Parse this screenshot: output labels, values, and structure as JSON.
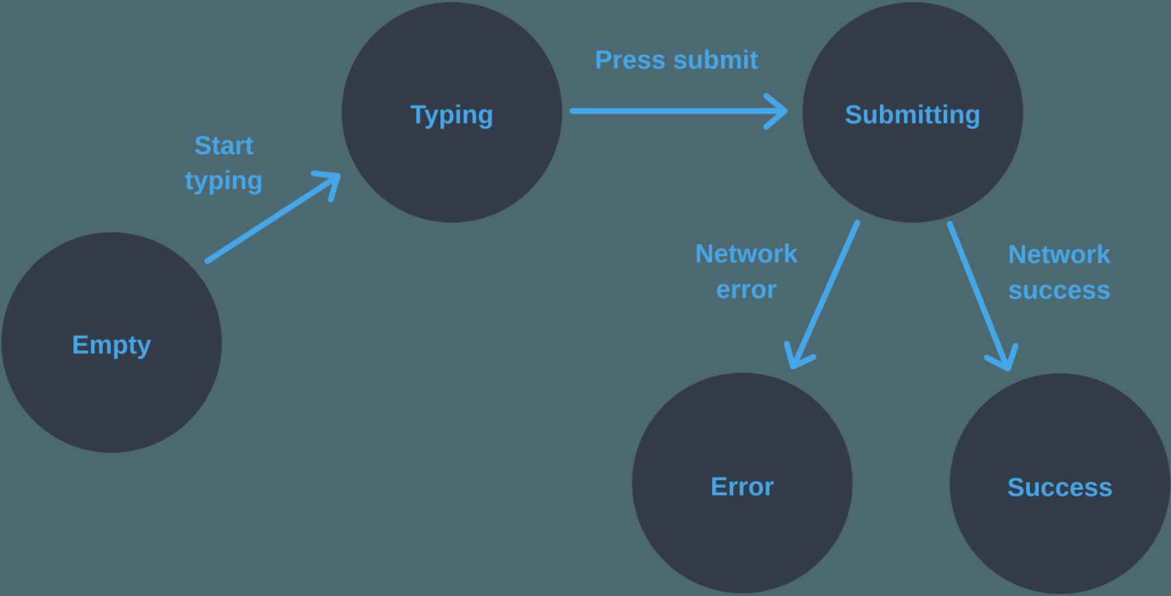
{
  "colors": {
    "background": "#4C6971",
    "node_fill": "#333B49",
    "accent_blue": "#45A6E8"
  },
  "states": [
    {
      "id": "empty",
      "label": "Empty"
    },
    {
      "id": "typing",
      "label": "Typing"
    },
    {
      "id": "submitting",
      "label": "Submitting"
    },
    {
      "id": "error",
      "label": "Error"
    },
    {
      "id": "success",
      "label": "Success"
    }
  ],
  "transitions": [
    {
      "from": "empty",
      "to": "typing",
      "label": "Start typing",
      "label_lines": [
        "Start",
        "typing"
      ]
    },
    {
      "from": "typing",
      "to": "submitting",
      "label": "Press submit",
      "label_lines": [
        "Press submit"
      ]
    },
    {
      "from": "submitting",
      "to": "error",
      "label": "Network error",
      "label_lines": [
        "Network",
        "error"
      ]
    },
    {
      "from": "submitting",
      "to": "success",
      "label": "Network success",
      "label_lines": [
        "Network",
        "success"
      ]
    }
  ]
}
